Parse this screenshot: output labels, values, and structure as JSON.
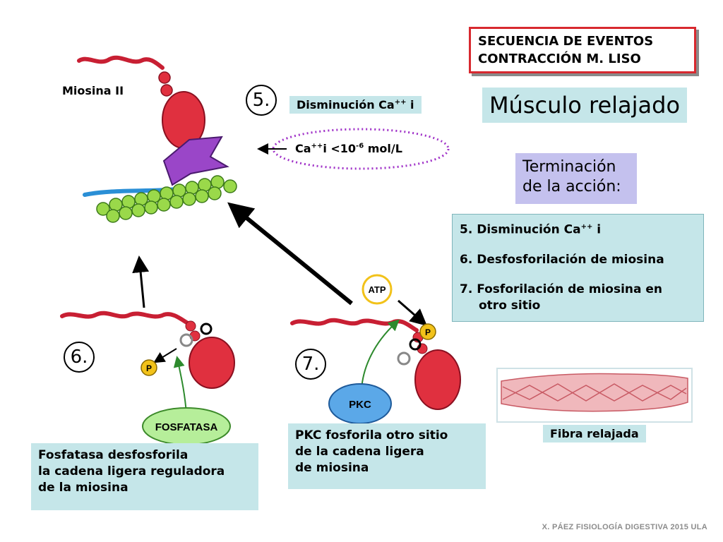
{
  "header": {
    "title_line1": "SECUENCIA DE EVENTOS",
    "title_line2": "CONTRACCIÓN M. LISO",
    "state_title": "Músculo relajado"
  },
  "termination": {
    "line1": "Terminación",
    "line2": "de la acción:"
  },
  "steps": {
    "s5": "5. Disminución Ca",
    "s5_sup": "++",
    "s5_tail": " i",
    "s6": "6. Desfosforilación de miosina",
    "s7_line1": "7. Fosforilación de miosina en",
    "s7_line2": "otro sitio"
  },
  "panel5": {
    "number": "5.",
    "myosin_label": "Miosina II",
    "chip_text": "Disminución Ca",
    "chip_sup": "++",
    "chip_tail": " i",
    "ca_text_prefix": "Ca",
    "ca_sup": "++",
    "ca_text_mid": "i <10",
    "ca_exp": "-6",
    "ca_text_suffix": " mol/L"
  },
  "panel6": {
    "number": "6.",
    "enzyme": "FOSFATASA",
    "phosphate": "P",
    "caption_line1": "Fosfatasa desfosforila",
    "caption_line2": "la cadena ligera reguladora",
    "caption_line3": "de la miosina"
  },
  "panel7": {
    "number": "7.",
    "atp": "ATP",
    "enzyme": "PKC",
    "phosphate": "P",
    "caption_line1": "PKC fosforila otro sitio",
    "caption_line2": "de la cadena ligera",
    "caption_line3": "de miosina"
  },
  "fiber": {
    "label": "Fibra relajada"
  },
  "footer": {
    "credit": "X. PÁEZ   FISIOLOGÍA DIGESTIVA 2015 ULA"
  },
  "colors": {
    "myosin_head": "#e0303f",
    "myosin_tail": "#c81f33",
    "tropomyosin_purple": "#9a46c8",
    "actin_green": "#9ad94a",
    "tropomyosin_blue": "#2a8fd6",
    "phosphate_yellow": "#f2c21a",
    "phosphatase_green": "#b6ee9a",
    "pkc_blue": "#5ba8e8",
    "dotted_ellipse": "#a032c8",
    "teal_box": "#c5e6e9",
    "lavender_box": "#c4c1ee",
    "title_border": "#d8292f"
  }
}
